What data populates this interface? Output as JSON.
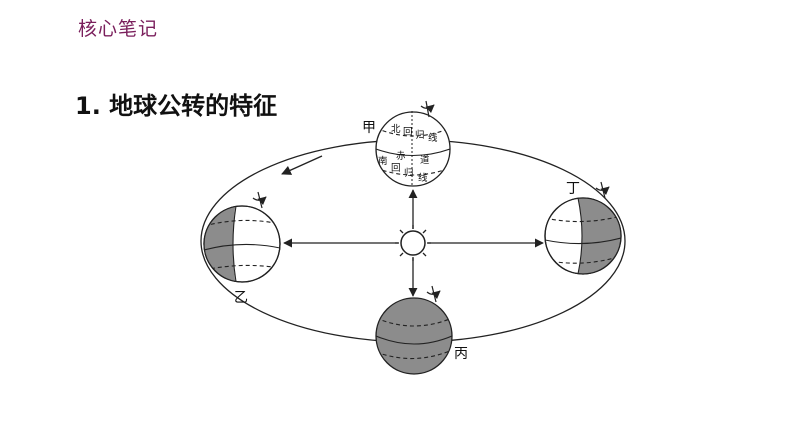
{
  "header": {
    "tag": "核心笔记"
  },
  "section": {
    "title": "1. 地球公转的特征"
  },
  "diagram": {
    "positions": [
      "甲",
      "乙",
      "丙",
      "丁"
    ],
    "globe_labels": {
      "north_tropic": [
        "北",
        "回",
        "归",
        "线"
      ],
      "equator": [
        "赤",
        "道"
      ],
      "south_tropic": [
        "南",
        "回",
        "归",
        "线"
      ]
    },
    "colors": {
      "shadow": "#8c8c8c",
      "line": "#222222",
      "accent": "#7a1f5c"
    }
  }
}
